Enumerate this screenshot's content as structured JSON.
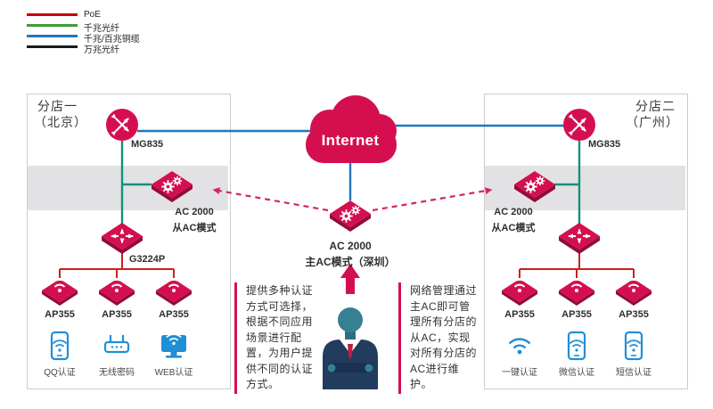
{
  "colors": {
    "accent_red": "#d50f4f",
    "diamond_shadow": "#930b3b",
    "arrow_pink": "#d6246e",
    "blue_link": "#2176bd",
    "fiber_link": "#12917f",
    "poe_link": "#cc1f1f",
    "device_blue": "#1f8fd6",
    "band_gray": "#e2e2e4"
  },
  "legend": {
    "items": [
      {
        "label": "PoE",
        "color": "#cc0000"
      },
      {
        "label": "千兆光纤",
        "color": "#3f9c35"
      },
      {
        "label": "千兆/百兆铜缆",
        "color": "#2176bd"
      },
      {
        "label": "万兆光纤",
        "color": "#1a1a1a"
      }
    ]
  },
  "internet_label": "Internet",
  "branch_left": {
    "title_line1": "分店一",
    "title_line2": "（北京）",
    "router": "MG835",
    "ac_line1": "AC 2000",
    "ac_line2": "从AC模式",
    "switch": "G3224P",
    "aps": [
      "AP355",
      "AP355",
      "AP355"
    ],
    "clients": [
      "QQ认证",
      "无线密码",
      "WEB认证"
    ]
  },
  "branch_right": {
    "title_line1": "分店二",
    "title_line2": "（广州）",
    "router": "MG835",
    "ac_line1": "AC 2000",
    "ac_line2": "从AC模式",
    "aps": [
      "AP355",
      "AP355",
      "AP355"
    ],
    "clients": [
      "一键认证",
      "微信认证",
      "短信认证"
    ]
  },
  "center": {
    "ac_line1": "AC 2000",
    "ac_line2": "主AC模式（深圳）"
  },
  "notes": {
    "left": "提供多种认证方式可选择，根据不同应用场景进行配置，为用户提供不同的认证方式。",
    "right": "网络管理通过主AC即可管理所有分店的从AC，实现对所有分店的AC进行维护。"
  }
}
